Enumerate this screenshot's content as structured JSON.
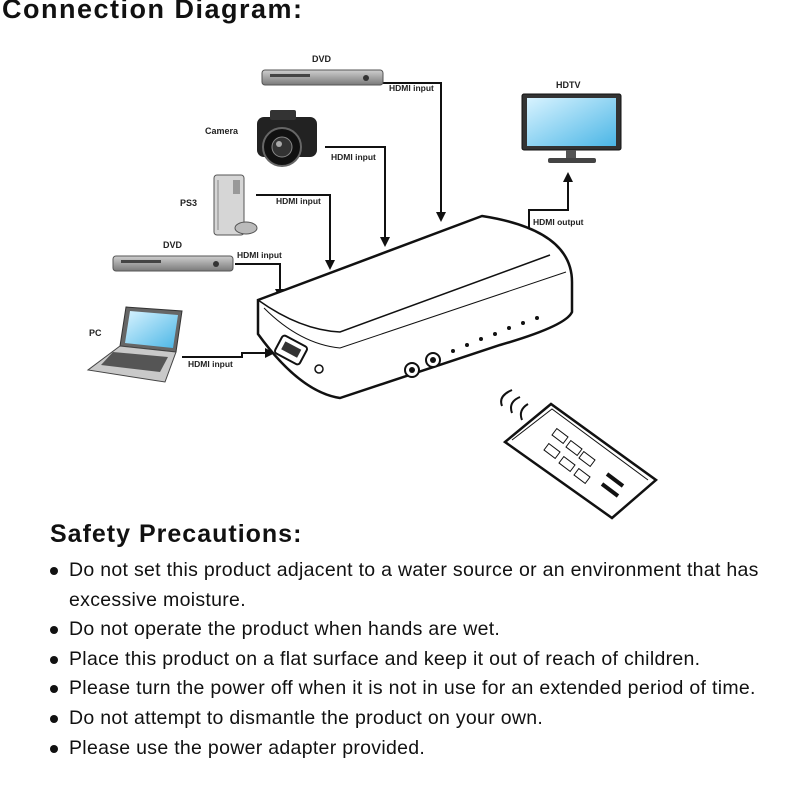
{
  "connection": {
    "heading": "Connection Diagram:",
    "devices": {
      "dvd_top": "DVD",
      "camera": "Camera",
      "ps3": "PS3",
      "dvd_bottom": "DVD",
      "pc": "PC",
      "hdtv": "HDTV"
    },
    "ports": {
      "dvd_top": "HDMI input",
      "camera": "HDMI input",
      "ps3": "HDMI input",
      "dvd_bottom": "HDMI input",
      "pc": "HDMI input",
      "output": "HDMI output"
    }
  },
  "safety": {
    "title": "Safety Precautions:",
    "items": [
      "Do not set this product adjacent to a water source or an environment that has excessive moisture.",
      "Do not operate the product when hands are wet.",
      "Place this product on a flat surface and keep it out of reach of children.",
      "Please turn the power off when it is not in use for an extended period of time.",
      "Do not attempt to dismantle the product on your own.",
      "Please use the power adapter provided."
    ]
  }
}
